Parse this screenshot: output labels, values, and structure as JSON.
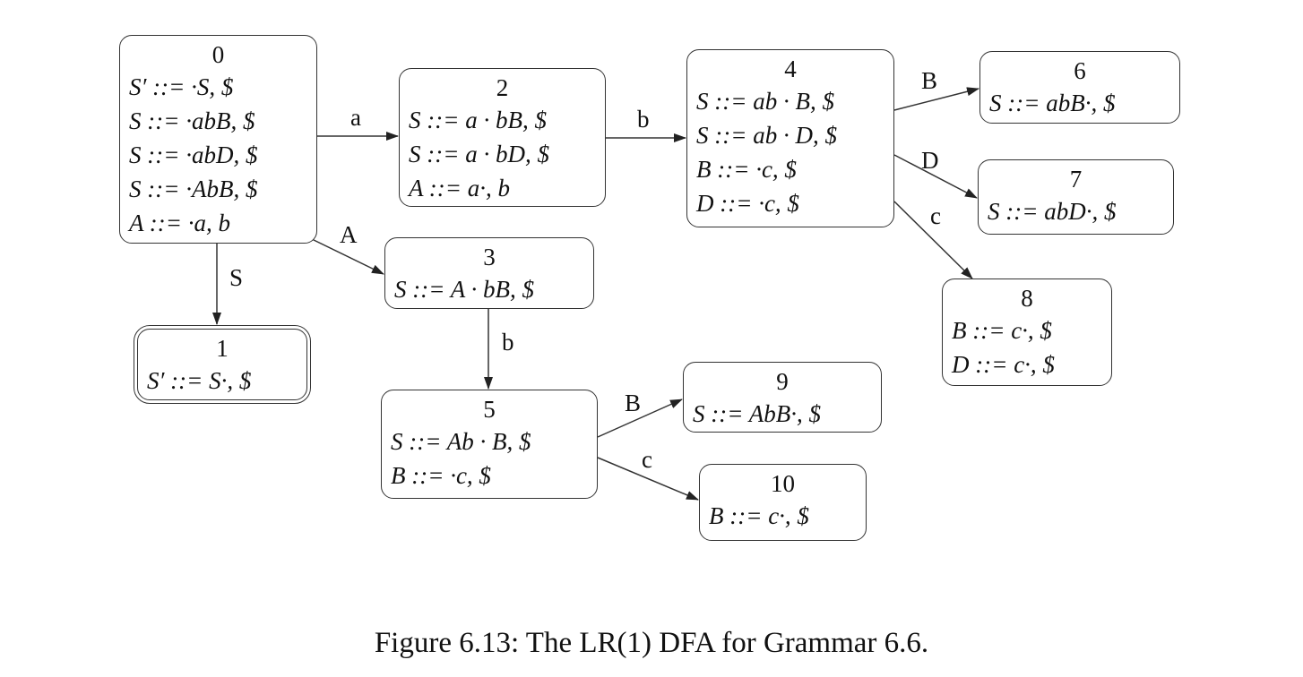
{
  "figure": {
    "caption": "Figure 6.13: The LR(1) DFA for Grammar 6.6."
  },
  "states": [
    {
      "id": "0",
      "accepting": false,
      "items": [
        "S′ ::= ·S, $",
        "S ::= ·abB, $",
        "S ::= ·abD, $",
        "S ::= ·AbB, $",
        "A ::= ·a, b"
      ]
    },
    {
      "id": "1",
      "accepting": true,
      "items": [
        "S′ ::= S·, $"
      ]
    },
    {
      "id": "2",
      "accepting": false,
      "items": [
        "S ::= a · bB, $",
        "S ::= a · bD, $",
        "A ::= a·, b"
      ]
    },
    {
      "id": "3",
      "accepting": false,
      "items": [
        "S ::= A · bB, $"
      ]
    },
    {
      "id": "4",
      "accepting": false,
      "items": [
        "S ::= ab · B, $",
        "S ::= ab · D, $",
        "B ::= ·c, $",
        "D ::= ·c, $"
      ]
    },
    {
      "id": "5",
      "accepting": false,
      "items": [
        "S ::= Ab · B, $",
        "B ::= ·c, $"
      ]
    },
    {
      "id": "6",
      "accepting": false,
      "items": [
        "S ::= abB·, $"
      ]
    },
    {
      "id": "7",
      "accepting": false,
      "items": [
        "S ::= abD·, $"
      ]
    },
    {
      "id": "8",
      "accepting": false,
      "items": [
        "B ::= c·, $",
        "D ::= c·, $"
      ]
    },
    {
      "id": "9",
      "accepting": false,
      "items": [
        "S ::= AbB·, $"
      ]
    },
    {
      "id": "10",
      "accepting": false,
      "items": [
        "B ::= c·, $"
      ]
    }
  ],
  "transitions": [
    {
      "from": "0",
      "to": "2",
      "label": "a"
    },
    {
      "from": "0",
      "to": "1",
      "label": "S"
    },
    {
      "from": "0",
      "to": "3",
      "label": "A"
    },
    {
      "from": "2",
      "to": "4",
      "label": "b"
    },
    {
      "from": "3",
      "to": "5",
      "label": "b"
    },
    {
      "from": "4",
      "to": "6",
      "label": "B"
    },
    {
      "from": "4",
      "to": "7",
      "label": "D"
    },
    {
      "from": "4",
      "to": "8",
      "label": "c"
    },
    {
      "from": "5",
      "to": "9",
      "label": "B"
    },
    {
      "from": "5",
      "to": "10",
      "label": "c"
    }
  ],
  "colors": {
    "stroke": "#333333",
    "text": "#111111",
    "background": "#ffffff"
  }
}
